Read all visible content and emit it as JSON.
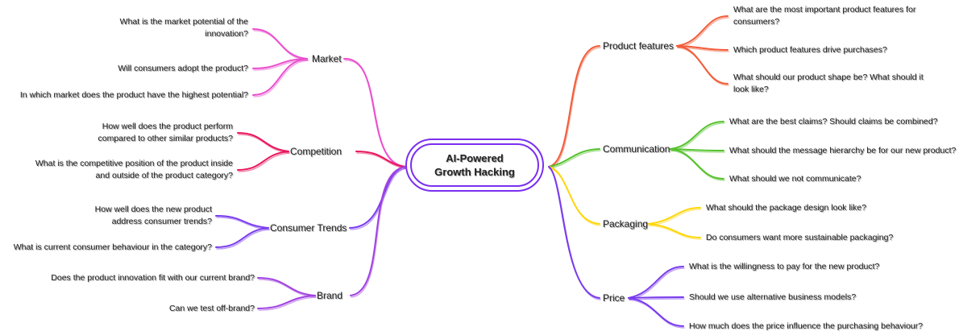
{
  "center": {
    "title": "AI-Powered Growth Hacking"
  },
  "colors": {
    "market": "#ea4fce",
    "competition": "#e8175d",
    "consumer_trends": "#7a3bee",
    "brand": "#a142e2",
    "product_features": "#f25c3a",
    "communication": "#55c22d",
    "packaging": "#ffd60a",
    "price": "#7a3bee",
    "node_border": "#7a2ff0",
    "text": "#222222"
  },
  "branches": [
    {
      "label": "Market",
      "questions": [
        "What is the market potential of the innovation?",
        "Will consumers adopt the product?",
        "In which market does the product have the highest potential?"
      ]
    },
    {
      "label": "Competition",
      "questions": [
        "How well does the product perform compared to other similar products?",
        "What is the competitive position of the product inside and outside of the product category?"
      ]
    },
    {
      "label": "Consumer Trends",
      "questions": [
        "How well does the new product address consumer trends?",
        "What is current consumer behaviour in the category?"
      ]
    },
    {
      "label": "Brand",
      "questions": [
        "Does the product innovation fit with our current brand?",
        "Can we test off-brand?"
      ]
    },
    {
      "label": "Product features",
      "questions": [
        "What are the most important product features for consumers?",
        "Which product features drive purchases?",
        "What should our product shape be? What should it look like?"
      ]
    },
    {
      "label": "Communication",
      "questions": [
        "What are the best claims? Should claims be combined?",
        "What should the message hierarchy be for our new product?",
        "What should we not communicate?"
      ]
    },
    {
      "label": "Packaging",
      "questions": [
        "What should the package design look like?",
        "Do consumers want more sustainable packaging?"
      ]
    },
    {
      "label": "Price",
      "questions": [
        "What is the willingness to pay for the new product?",
        "Should we use alternative business models?",
        "How much does the price influence the purchasing behaviour?"
      ]
    }
  ]
}
